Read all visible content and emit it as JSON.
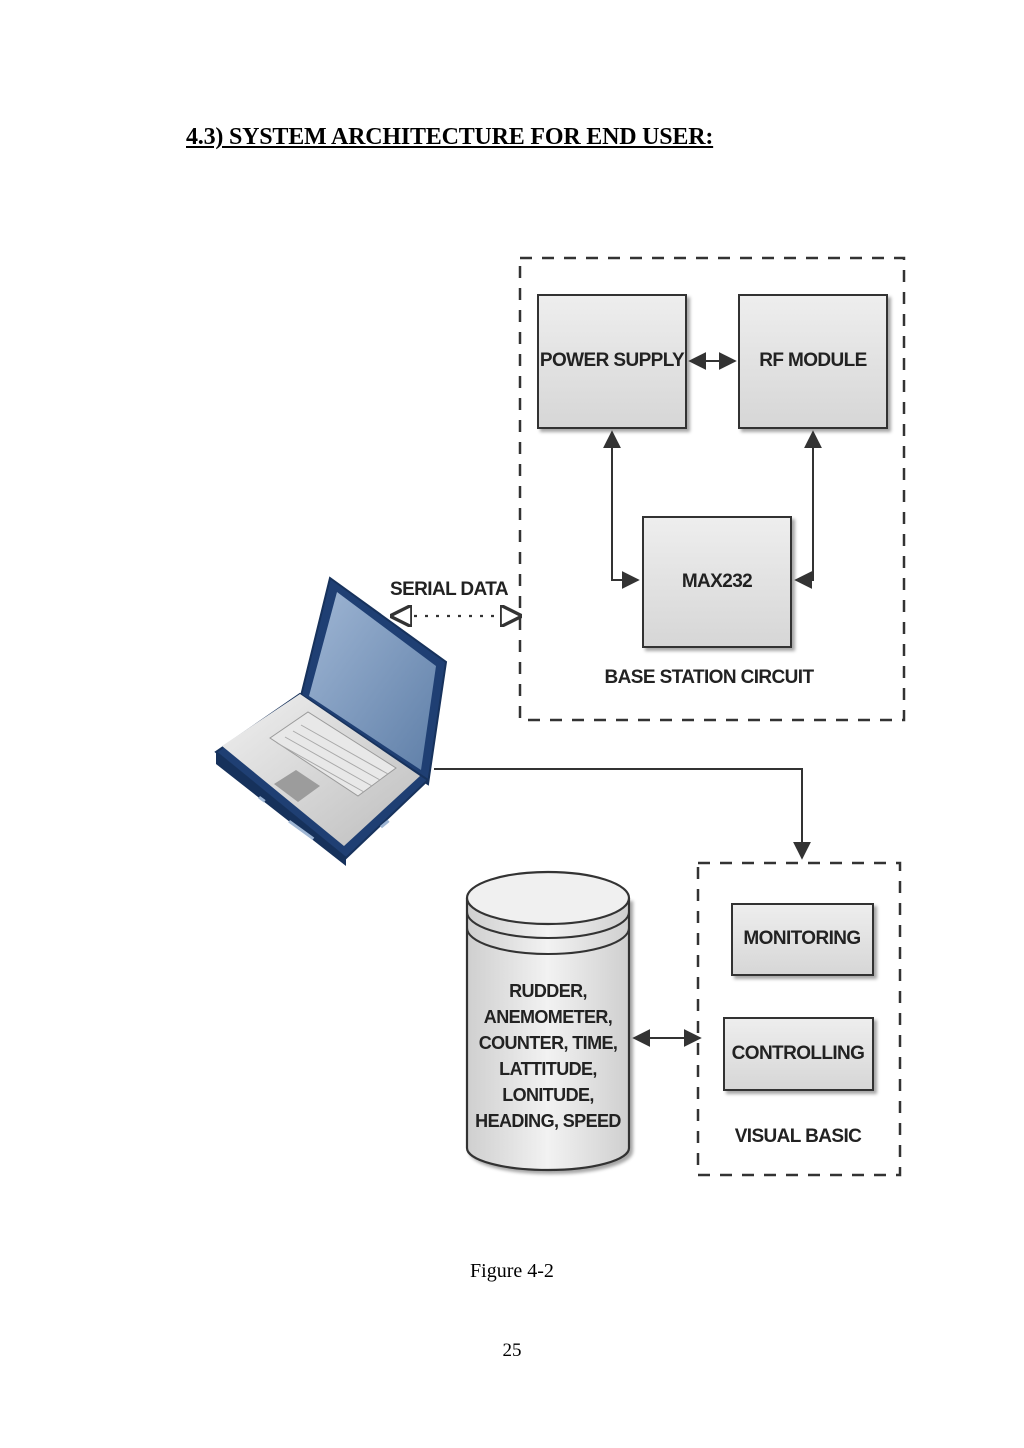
{
  "page": {
    "heading": "4.3) SYSTEM ARCHITECTURE FOR END USER:",
    "caption": "Figure 4-2",
    "page_number": "25"
  },
  "diagram": {
    "base_station": {
      "label": "BASE STATION CIRCUIT",
      "power_supply": "POWER SUPPLY",
      "rf_module": "RF MODULE",
      "max232": "MAX232"
    },
    "serial_link": {
      "label": "SERIAL DATA"
    },
    "visual_basic": {
      "label": "VISUAL BASIC",
      "monitoring": "MONITORING",
      "controlling": "CONTROLLING"
    },
    "database": {
      "lines": [
        "RUDDER,",
        "ANEMOMETER,",
        "COUNTER, TIME,",
        "LATTITUDE,",
        "LONITUDE,",
        "HEADING, SPEED"
      ]
    },
    "colors": {
      "box_fill": "#e3e3e3",
      "box_stroke": "#3a3a3a",
      "laptop_body": "#1f3f73",
      "laptop_screen": "#8ea6c6"
    }
  }
}
